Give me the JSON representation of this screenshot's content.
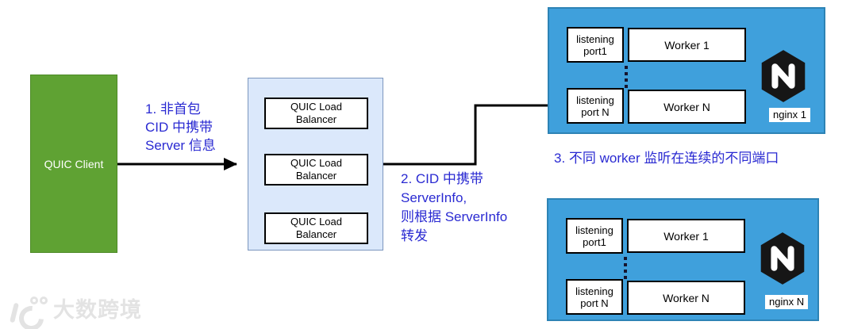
{
  "client": {
    "label": "QUIC Client"
  },
  "lb_cluster": {
    "balancers": [
      {
        "label": "QUIC Load\nBalancer"
      },
      {
        "label": "QUIC Load\nBalancer"
      },
      {
        "label": "QUIC Load\nBalancer"
      }
    ]
  },
  "annotations": {
    "step1": "1. 非首包\nCID 中携带\nServer 信息",
    "step2": "2. CID 中携带\nServerInfo,\n则根据 ServerInfo\n转发",
    "step3": "3. 不同 worker 监听在连续的不同端口"
  },
  "nginx_nodes": [
    {
      "name": "nginx 1",
      "port_first": "listening\nport1",
      "port_last": "listening\nport N",
      "worker_first": "Worker 1",
      "worker_last": "Worker N"
    },
    {
      "name": "nginx N",
      "port_first": "listening\nport1",
      "port_last": "listening\nport N",
      "worker_first": "Worker 1",
      "worker_last": "Worker N"
    }
  ],
  "watermark": {
    "logo": "10-100-logo",
    "text": "大数跨境"
  },
  "colors": {
    "client_green": "#5FA233",
    "lb_fill": "#DBE8FB",
    "lb_border": "#7C96BE",
    "node_blue": "#3FA0DC",
    "annotation_blue": "#2A2AD2",
    "arrow_black": "#000000",
    "nginx_logo_black": "#161616"
  }
}
